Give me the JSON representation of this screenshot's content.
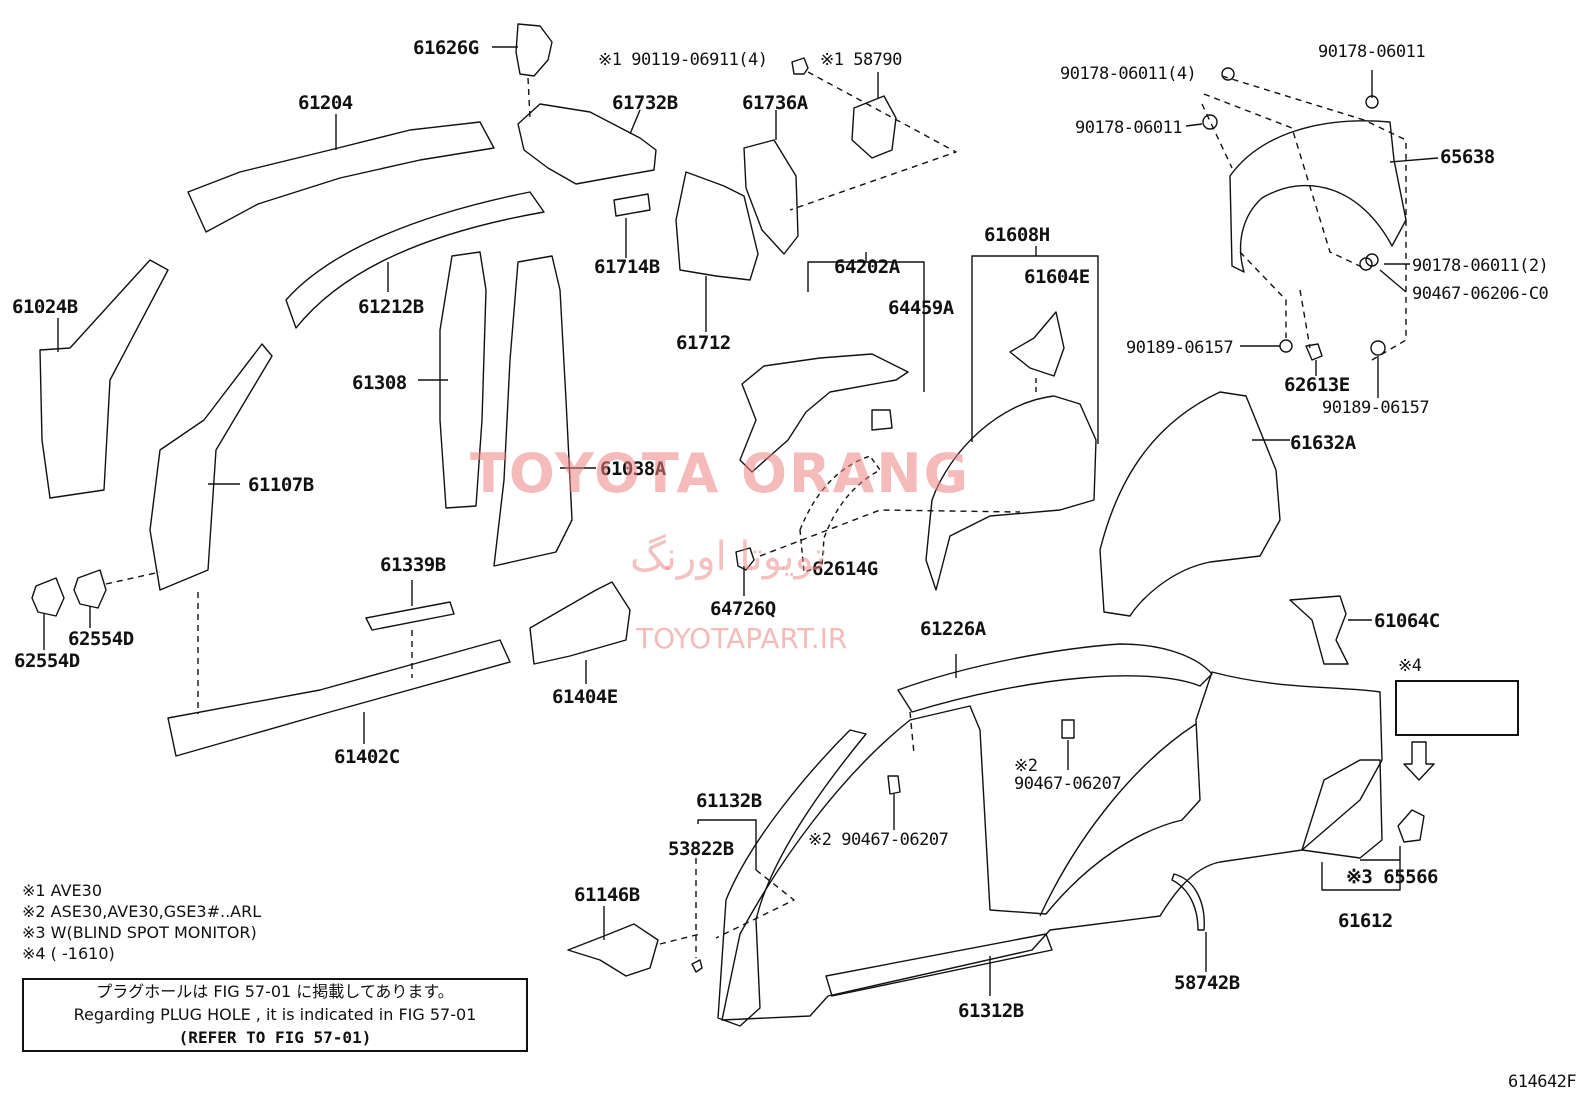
{
  "labels": {
    "p61626G": "61626G",
    "p61204": "61204",
    "p61732B": "61732B",
    "p61736A": "61736A",
    "p90119": "※1 90119-06911(4)",
    "p58790": "※1 58790",
    "p90178a": "90178-06011",
    "p90178b": "90178-06011(4)",
    "p90178c": "90178-06011",
    "p65638": "65638",
    "p61024B": "61024B",
    "p61212B": "61212B",
    "p61714B": "61714B",
    "p61712": "61712",
    "p64202A": "64202A",
    "p64459A": "64459A",
    "p61608H": "61608H",
    "p61604E": "61604E",
    "p90178d": "90178-06011(2)",
    "p90467a": "90467-06206-C0",
    "p90189a": "90189-06157",
    "p62613E": "62613E",
    "p90189b": "90189-06157",
    "p61308": "61308",
    "p61038A": "61038A",
    "p61107B": "61107B",
    "p61632A": "61632A",
    "p61339B": "61339B",
    "p62614G": "62614G",
    "p64726Q": "64726Q",
    "p62554Da": "62554D",
    "p62554Db": "62554D",
    "p61404E": "61404E",
    "p61226A": "61226A",
    "p61064C": "61064C",
    "p61402C": "61402C",
    "p61132B": "61132B",
    "p53822B": "53822B",
    "p90467b": "※2 90467-06207",
    "p90467c_mark": "※2",
    "p90467c": "90467-06207",
    "p61146B": "61146B",
    "p61312B": "61312B",
    "p58742B": "58742B",
    "p65566": "※3 65566",
    "p61612": "61612",
    "p_s4": "※4"
  },
  "notes": {
    "n1": "※1 AVE30",
    "n2": "※2 ASE30,AVE30,GSE3#..ARL",
    "n3": "※3 W(BLIND SPOT MONITOR)",
    "n4": "※4 (      -1610)"
  },
  "notebox": {
    "line1": "プラグホールは FIG 57-01 に掲載してあります。",
    "line2": "Regarding  PLUG  HOLE , it is indicated in FIG  57-01",
    "line3": "(REFER TO FIG 57-01)"
  },
  "watermark": {
    "brand": "TOYOTA ORANG",
    "persian": "تویوتا اورنگ",
    "url": "TOYOTAPART.IR"
  },
  "figure_id": "614642F"
}
